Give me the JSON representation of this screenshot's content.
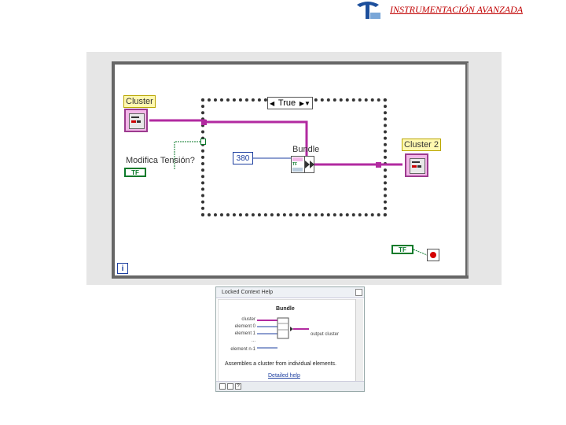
{
  "header": {
    "title": "INSTRUMENTACIÓN AVANZADA"
  },
  "block_diagram": {
    "case_selector_value": "True",
    "labels": {
      "cluster_in": "Cluster",
      "cluster_out": "Cluster 2",
      "bool_control": "Modifica Tensión?",
      "bundle": "Bundle"
    },
    "numeric_constant": "380",
    "bool_glyph": "TF",
    "iteration_glyph": "i"
  },
  "context_help": {
    "window_title": "Locked Context Help",
    "function_name": "Bundle",
    "terminals": {
      "cluster": "cluster",
      "element0": "element 0",
      "element1": "element 1",
      "ellipsis": "...",
      "elementN": "element n-1"
    },
    "output": "output cluster",
    "description": "Assembles a cluster from individual elements.",
    "link": "Detailed help"
  },
  "colors": {
    "cluster_wire": "#b22aa0",
    "bool_wire": "#0a7a2a",
    "numeric_wire": "#1d3fa0",
    "header_title": "#c00000"
  }
}
